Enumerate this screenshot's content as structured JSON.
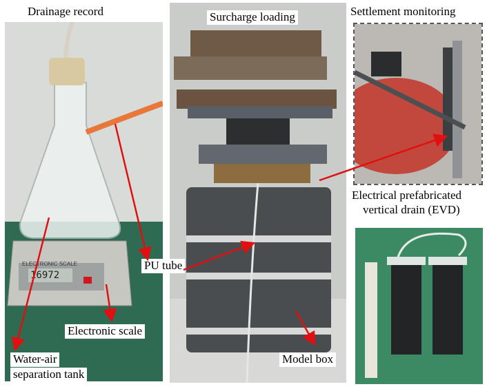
{
  "labels": {
    "drainage_record": "Drainage record",
    "surcharge_loading": "Surcharge loading",
    "settlement_monitoring": "Settlement monitoring",
    "evd_line1": "Electrical prefabricated",
    "evd_line2": "vertical drain (EVD)",
    "pu_tube": "PU tube",
    "electronic_scale": "Electronic scale",
    "water_air_line1": "Water-air",
    "water_air_line2": "separation tank",
    "model_box": "Model box"
  },
  "scale_display": {
    "brand": "ELECTRONIC SCALE",
    "reading": "16972"
  },
  "colors": {
    "arrow": "#e01010",
    "bench_green": "#2f6b52",
    "wall_grey": "#c9ccc9",
    "metal_dark": "#4a4d4f",
    "brass": "#8d6c3f",
    "tube_orange": "#e8773a",
    "table_red": "#c2473d",
    "evd_bg": "#3b8a63"
  }
}
